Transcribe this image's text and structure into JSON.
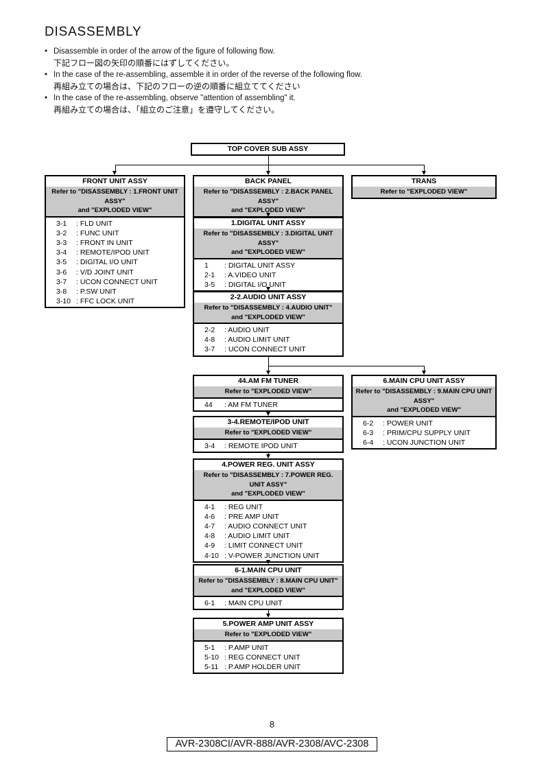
{
  "page": {
    "title": "DISASSEMBLY",
    "page_number": "8",
    "footer_models": "AVR-2308CI/AVR-888/AVR-2308/AVC-2308"
  },
  "instructions": [
    {
      "en": "Disassemble in order of the arrow of the figure of following flow.",
      "ja": "下記フロー図の矢印の順番にはずしてください。"
    },
    {
      "en": "In the case of the re-assembling, assemble it in order of the reverse of the following flow.",
      "ja": "再組み立ての場合は、下記のフローの逆の順番に組立ててください"
    },
    {
      "en": "In the case of the re-assembling, observe \"attention of assembling\" it.",
      "ja": "再組み立ての場合は、「組立のご注意」を遵守してください。"
    }
  ],
  "flowchart": {
    "boxes": [
      {
        "id": "top-cover",
        "title": "TOP COVER SUB ASSY",
        "refer": [],
        "items": []
      },
      {
        "id": "front-unit",
        "title": "FRONT UNIT ASSY",
        "refer": [
          "Refer to \"DISASSEMBLY : 1.FRONT UNIT ASSY\"",
          "and \"EXPLODED VIEW\""
        ],
        "items": [
          {
            "num": "3-1",
            "name": "FLD UNIT"
          },
          {
            "num": "3-2",
            "name": "FUNC UNIT"
          },
          {
            "num": "3-3",
            "name": "FRONT IN UNIT"
          },
          {
            "num": "3-4",
            "name": "REMOTE/IPOD UNIT"
          },
          {
            "num": "3-5",
            "name": "DIGITAL I/O UNIT"
          },
          {
            "num": "3-6",
            "name": "V/D JOINT UNIT"
          },
          {
            "num": "3-7",
            "name": "UCON CONNECT UNIT"
          },
          {
            "num": "3-8",
            "name": "P.SW UNIT"
          },
          {
            "num": "3-10",
            "name": "FFC LOCK UNIT"
          }
        ]
      },
      {
        "id": "back-panel",
        "title": "BACK PANEL",
        "refer": [
          "Refer to \"DISASSEMBLY : 2.BACK PANEL ASSY\"",
          "and \"EXPLODED VIEW\""
        ],
        "items": []
      },
      {
        "id": "trans",
        "title": "TRANS",
        "refer": [
          "Refer to \"EXPLODED VIEW\""
        ],
        "items": []
      },
      {
        "id": "digital-unit",
        "title": "1.DIGITAL UNIT ASSY",
        "refer": [
          "Refer to \"DISASSEMBLY : 3.DIGITAL UNIT ASSY\"",
          "and \"EXPLODED VIEW\""
        ],
        "items": [
          {
            "num": "1",
            "name": "DIGITAL UNIT ASSY"
          },
          {
            "num": "2-1",
            "name": "A.VIDEO UNIT"
          },
          {
            "num": "3-5",
            "name": "DIGITAL I/O UNIT"
          }
        ]
      },
      {
        "id": "audio-unit",
        "title": "2-2.AUDIO UNIT ASSY",
        "refer": [
          "Refer to \"DISASSEMBLY : 4.AUDIO UNIT\"",
          "and \"EXPLODED VIEW\""
        ],
        "items": [
          {
            "num": "2-2",
            "name": "AUDIO UNIT"
          },
          {
            "num": "4-8",
            "name": "AUDIO LIMIT UNIT"
          },
          {
            "num": "3-7",
            "name": "UCON CONNECT UNIT"
          }
        ]
      },
      {
        "id": "am-fm-tuner",
        "title": "44.AM FM TUNER",
        "refer": [
          "Refer to \"EXPLODED VIEW\""
        ],
        "items": [
          {
            "num": "44",
            "name": "AM FM TUNER"
          }
        ]
      },
      {
        "id": "main-cpu-assy",
        "title": "6.MAIN CPU UNIT ASSY",
        "refer": [
          "Refer to \"DISASSEMBLY : 9.MAIN CPU UNIT ASSY\"",
          "and \"EXPLODED VIEW\""
        ],
        "items": [
          {
            "num": "6-2",
            "name": "POWER UNIT"
          },
          {
            "num": "6-3",
            "name": "PRIM/CPU SUPPLY UNIT"
          },
          {
            "num": "6-4",
            "name": "UCON JUNCTION UNIT"
          }
        ]
      },
      {
        "id": "remote-ipod",
        "title": "3-4.REMOTE/IPOD UNIT",
        "refer": [
          "Refer to \"EXPLODED VIEW\""
        ],
        "items": [
          {
            "num": "3-4",
            "name": "REMOTE IPOD UNIT"
          }
        ]
      },
      {
        "id": "power-reg",
        "title": "4.POWER REG. UNIT ASSY",
        "refer": [
          "Refer to \"DISASSEMBLY : 7.POWER REG. UNIT ASSY\"",
          "and \"EXPLODED VIEW\""
        ],
        "items": [
          {
            "num": "4-1",
            "name": "REG UNIT"
          },
          {
            "num": "4-6",
            "name": "PRE AMP UNIT"
          },
          {
            "num": "4-7",
            "name": "AUDIO CONNECT UNIT"
          },
          {
            "num": "4-8",
            "name": "AUDIO LIMIT UNIT"
          },
          {
            "num": "4-9",
            "name": "LIMIT CONNECT UNIT"
          },
          {
            "num": "4-10",
            "name": "V-POWER JUNCTION UNIT"
          }
        ]
      },
      {
        "id": "main-cpu-unit",
        "title": "6-1.MAIN CPU UNIT",
        "refer": [
          "Refer to \"DISASSEMBLY : 8.MAIN CPU UNIT\"",
          "and \"EXPLODED VIEW\""
        ],
        "items": [
          {
            "num": "6-1",
            "name": "MAIN CPU UNIT"
          }
        ]
      },
      {
        "id": "power-amp",
        "title": "5.POWER AMP UNIT ASSY",
        "refer": [
          "Refer to \"EXPLODED VIEW\""
        ],
        "items": [
          {
            "num": "5-1",
            "name": "P.AMP UNIT"
          },
          {
            "num": "5-10",
            "name": "REG CONNECT UNIT"
          },
          {
            "num": "5-11",
            "name": "P.AMP HOLDER UNIT"
          }
        ]
      }
    ],
    "connections": [
      {
        "from": "top-cover",
        "to": [
          "front-unit",
          "back-panel",
          "trans"
        ]
      },
      {
        "from": "back-panel",
        "to": [
          "digital-unit"
        ]
      },
      {
        "from": "digital-unit",
        "to": [
          "audio-unit"
        ]
      },
      {
        "from": "audio-unit",
        "to": [
          "am-fm-tuner",
          "main-cpu-assy"
        ]
      },
      {
        "from": "am-fm-tuner",
        "to": [
          "remote-ipod"
        ]
      },
      {
        "from": "remote-ipod",
        "to": [
          "power-reg"
        ]
      },
      {
        "from": "power-reg",
        "to": [
          "main-cpu-unit"
        ]
      },
      {
        "from": "main-cpu-unit",
        "to": [
          "power-amp"
        ]
      }
    ]
  }
}
